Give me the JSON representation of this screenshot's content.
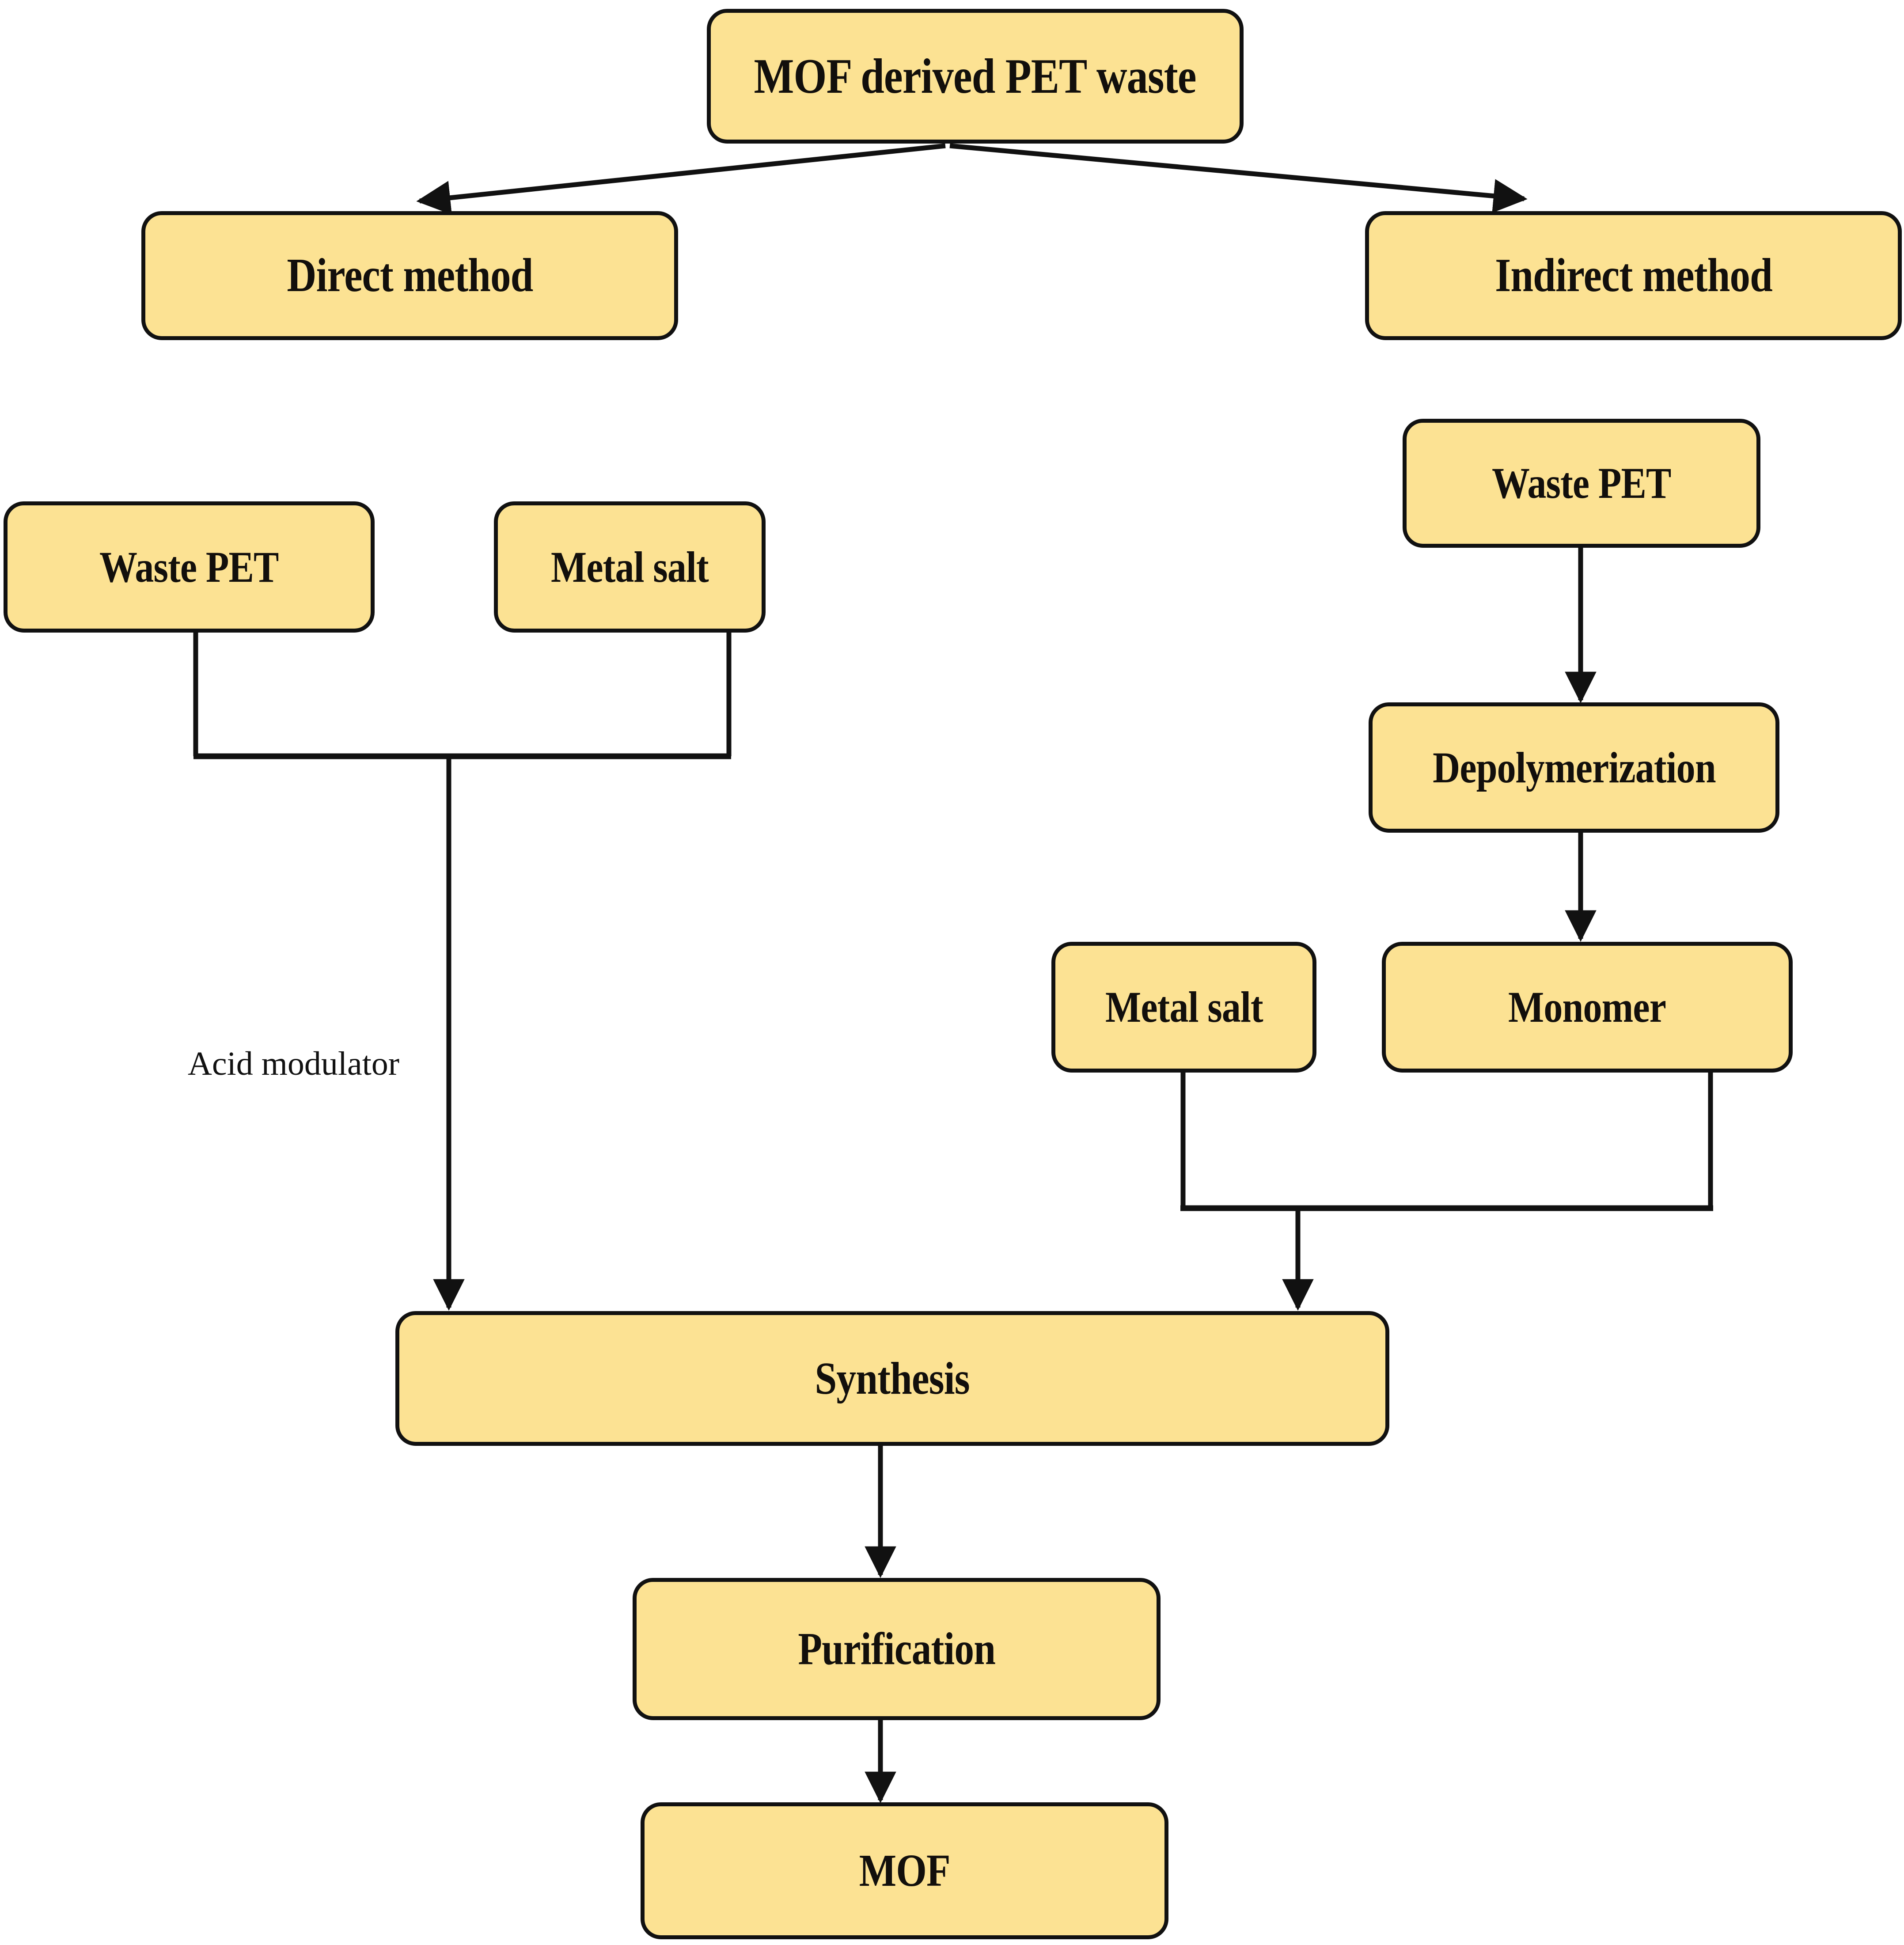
{
  "diagram": {
    "title_node": {
      "label": "MOF derived PET waste"
    },
    "branches": {
      "left": {
        "label": "Direct method"
      },
      "right": {
        "label": "Indirect method"
      }
    },
    "nodes": {
      "direct_waste_pet": {
        "label": "Waste PET"
      },
      "direct_metal_salt": {
        "label": "Metal salt"
      },
      "indirect_waste_pet": {
        "label": "Waste PET"
      },
      "depolymerization": {
        "label": "Depolymerization"
      },
      "monomer": {
        "label": "Monomer"
      },
      "indirect_metal_salt": {
        "label": "Metal salt"
      },
      "synthesis": {
        "label": "Synthesis"
      },
      "purification": {
        "label": "Purification"
      },
      "mof": {
        "label": "MOF"
      }
    },
    "edge_labels": {
      "acid_modulator": "Acid modulator"
    },
    "colors": {
      "node_fill": "#FCE293",
      "node_stroke": "#111111",
      "text": "#120F0C",
      "background": "#FFFFFF"
    }
  }
}
